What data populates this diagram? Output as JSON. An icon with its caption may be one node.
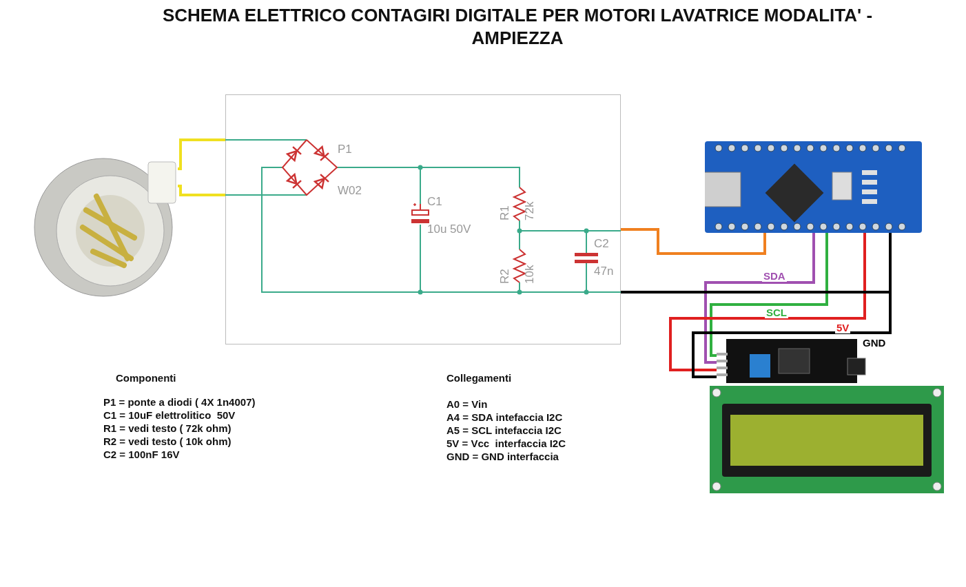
{
  "diagram": {
    "title": "SCHEMA ELETTRICO CONTAGIRI DIGITALE PER MOTORI LAVATRICE MODALITA' - AMPIEZZA",
    "nodes": [
      {
        "text": [],
        "shape": "picture"
      },
      {
        "text": [],
        "shape": "box"
      },
      {
        "text": [],
        "shape": "picture"
      },
      {
        "text": [],
        "shape": "picture"
      },
      {
        "text": [],
        "shape": "picture"
      }
    ],
    "edges": [
      {
        "from": 0,
        "to": 1,
        "arrow": "none",
        "color": "#f0e020"
      },
      {
        "from": 0,
        "to": 1,
        "arrow": "none",
        "color": "#f0e020"
      },
      {
        "from": 1,
        "to": 2,
        "arrow": "none",
        "color": "#f08020"
      },
      {
        "from": 2,
        "to": 3,
        "arrow": "none",
        "color": "#a050b0",
        "label": "SDA"
      },
      {
        "from": 2,
        "to": 3,
        "arrow": "none",
        "color": "#30b040",
        "label": "SCL"
      },
      {
        "from": 2,
        "to": 3,
        "arrow": "none",
        "color": "#e02020",
        "label": "5V"
      },
      {
        "from": 2,
        "to": 3,
        "arrow": "none",
        "color": "#000000",
        "label": "GND"
      },
      {
        "from": 1,
        "to": 2,
        "arrow": "none",
        "color": "#000000"
      }
    ],
    "labels": [
      "P1",
      "W02",
      "C1",
      "10u 50V",
      "R1",
      "72k",
      "R2",
      "10k",
      "C2",
      "47n",
      "Componenti",
      "P1 = ponte a diodi ( 4X 1n4007)",
      "C1 = 10uF elettrolitico  50V",
      "R1 = vedi testo ( 72k ohm)",
      "R2 = vedi testo ( 10k ohm)",
      "C2 = 100nF 16V",
      "Collegamenti",
      "A0 = Vin",
      "A4 = SDA intefaccia I2C",
      "A5 = SCL intefaccia I2C",
      "5V = Vcc  interfaccia I2C",
      "GND = GND interfaccia"
    ]
  }
}
